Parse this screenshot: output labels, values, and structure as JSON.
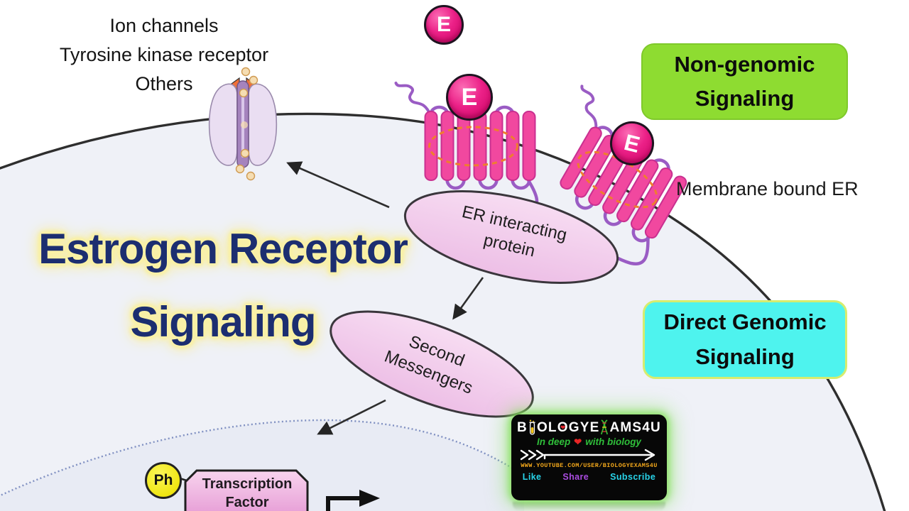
{
  "scene": {
    "background": "#ffffff",
    "cell_fill": "#eff1f7",
    "nucleus_fill": "#e8ebf4",
    "membrane_color": "#2e2e2e",
    "nuclear_membrane_color": "#8191c2"
  },
  "labels": {
    "receptor_types": [
      "Ion channels",
      "Tyrosine kinase receptor",
      "Others"
    ],
    "membrane_bound_er": "Membrane bound ER"
  },
  "title": {
    "line1": "Estrogen Receptor",
    "line2": "Signaling",
    "color": "#1c2e70",
    "glow_color": "#f8eda0"
  },
  "callouts": {
    "non_genomic": {
      "line1": "Non-genomic",
      "line2": "Signaling",
      "bg": "#8edc31"
    },
    "direct_genomic": {
      "line1": "Direct Genomic",
      "line2": "Signaling",
      "bg": "#4ef3ee",
      "border": "#d6ec6e"
    }
  },
  "nodes": {
    "estrogen": "E",
    "er_interacting": {
      "line1": "ER interacting",
      "line2": "protein",
      "fill": "#f2cdec"
    },
    "second_messengers": {
      "line1": "Second",
      "line2": "Messengers",
      "fill": "#f2cdec"
    },
    "transcription_factor": {
      "line1": "Transcription",
      "line2": "Factor",
      "fill": "#f3c3e8"
    },
    "phospho": "Ph",
    "receptor_pink": "#f1489f",
    "loop_purple": "#9a5cc4"
  },
  "logo": {
    "brand_b": "B",
    "brand_ol": "OL",
    "brand_o_heart": "O",
    "brand_gye": "GYE",
    "brand_ams": "AMS4U",
    "heart": "❤",
    "tagline_pre": "In deep",
    "tagline_post": "with biology",
    "url": "WWW.YOUTUBE.COM/USER/BIOLOGYEXAMS4U",
    "like": "Like",
    "share": "Share",
    "subscribe": "Subscribe"
  }
}
